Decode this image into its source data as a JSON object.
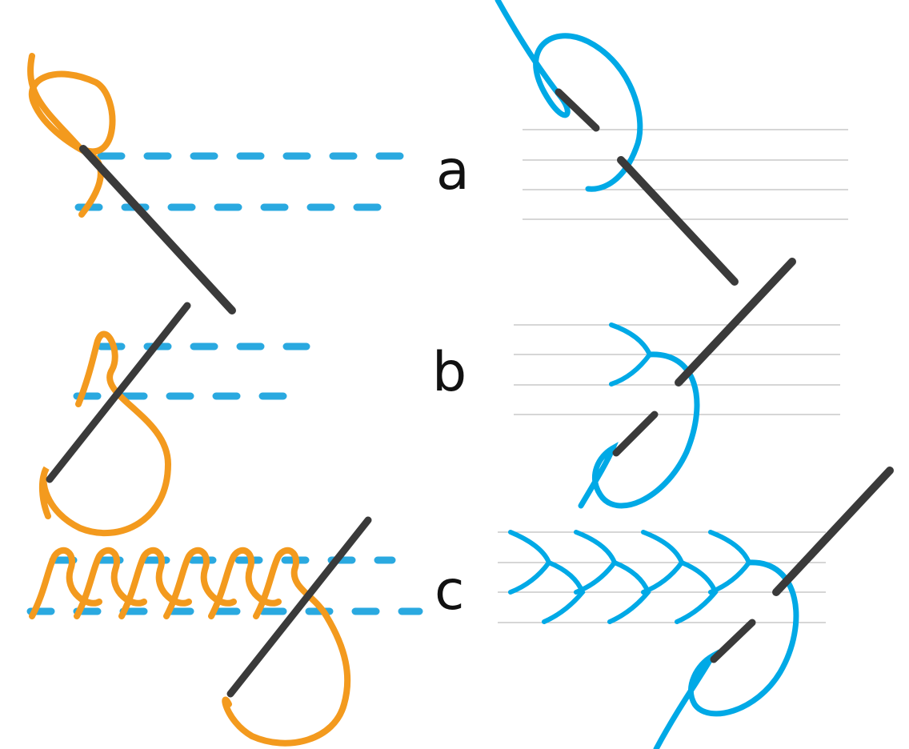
{
  "steps": [
    {
      "id": "a",
      "label": "a"
    },
    {
      "id": "b",
      "label": "b"
    },
    {
      "id": "c",
      "label": "c"
    }
  ],
  "colors": {
    "orange_thread": "#F39A1E",
    "blue_thread": "#00A9E6",
    "dashed_stitch": "#2AA9E0",
    "needle": "#3A3A3A",
    "guide_line": "#BDBDBD",
    "label": "#111111"
  }
}
